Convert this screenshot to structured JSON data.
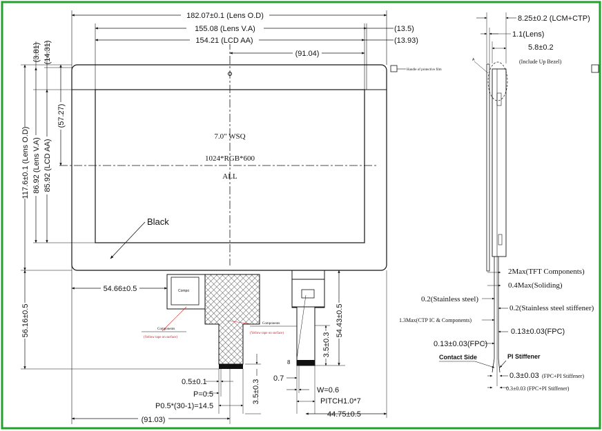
{
  "frame": {
    "border_color": "#22a22a"
  },
  "front_view": {
    "top_dims": {
      "lens_od": "182.07±0.1 (Lens O.D)",
      "lens_va": "155.08 (Lens V.A)",
      "lcd_aa": "154.21 (LCD AA)",
      "offset_91": "(91.04)",
      "right_135": "(13.5)",
      "right_1393": "(13.93)"
    },
    "left_dims": {
      "d_381": "(3.81)",
      "d_1431": "(14.31)",
      "lens_od_v": "117.6±0.1 (Lens O.D)",
      "lens_va_v": "86.92 (Lens V.A)",
      "lcd_aa_v": "85.92 (LCD AA)",
      "d_5727": "(57.27)",
      "d_5616": "56.16±0.5"
    },
    "center_text": {
      "size": "7.0\" WSQ",
      "resolution": "1024*RGB*600",
      "all": "ALL"
    },
    "black_label": "Black",
    "protective_film": "Handle of protective film",
    "bottom": {
      "d_5466": "54.66±0.5",
      "d_5443": "54.43±0.5",
      "d_35_upper": "3.5±0.3",
      "d_35_lower": "3.5±0.3",
      "pin_width": "0.5±0.1",
      "pitch": "P=0.5",
      "pitch_total": "P0.5*(30-1)=14.5",
      "d_9103": "(91.03)",
      "d_07": "0.7",
      "w_06": "W=0.6",
      "pitch_1": "PITCH1.0*7",
      "d_4475": "44.75±0.5",
      "pin_count": "8",
      "components_1": "Components",
      "components_1_note": "(Yellow tape on surface)",
      "components_2": "Components",
      "components_2_note": "(Yellow tape on surface)"
    }
  },
  "side_view": {
    "lcm_ctp": "8.25±0.2 (LCM+CTP)",
    "lens": "1.1(Lens)",
    "bezel": "5.8±0.2",
    "bezel_note": "(Include Up Bezel)",
    "marker_a": "A",
    "tft": "2Max(TFT Components)",
    "solid": "0.4Max(Soliding)",
    "ss": "0.2(Stainless steel)",
    "ss_stiff": "0.2(Stainless steel stiffener)",
    "ctp_ic": "1.3Max(CTP IC & Components)",
    "fpc_right": "0.13±0.03(FPC)",
    "fpc_left": "0.13±0.03(FPC)",
    "contact": "Contact Side",
    "pi_stiff": "PI Stiffener",
    "fpc_pi_1_val": "0.3±0.03",
    "fpc_pi_1_note": "(FPC+PI Stiffener)",
    "fpc_pi_2": "0.3±0.03 (FPC+PI Stiffener)"
  }
}
